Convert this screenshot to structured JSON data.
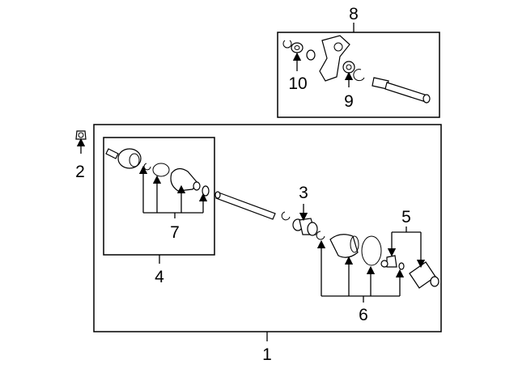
{
  "diagram": {
    "callouts": {
      "c1": "1",
      "c2": "2",
      "c3": "3",
      "c4": "4",
      "c5": "5",
      "c6": "6",
      "c7": "7",
      "c8": "8",
      "c9": "9",
      "c10": "10"
    }
  }
}
